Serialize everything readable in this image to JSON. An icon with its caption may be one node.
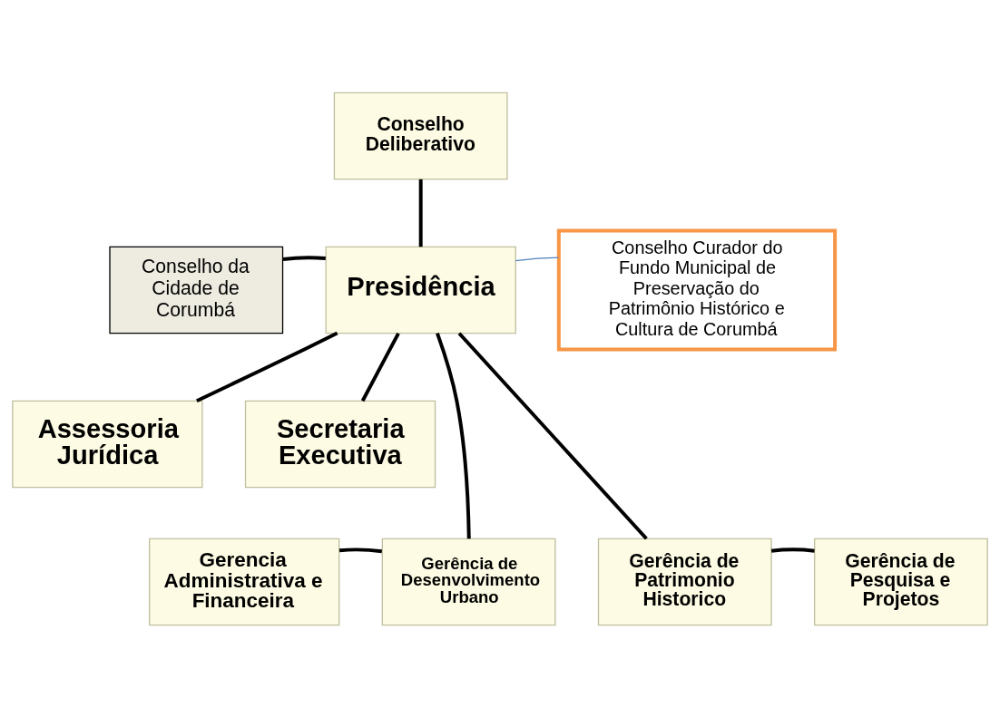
{
  "diagram": {
    "nodes": [
      {
        "text": [
          "Conselho Deliberativo"
        ]
      },
      {
        "text": [
          "Presidência"
        ]
      },
      {
        "text": [
          "Conselho da Cidade de Corumbá"
        ]
      },
      {
        "text": [
          "Conselho Curador do Fundo Municipal de Preservação do Patrimônio Histórico e Cultura de Corumbá"
        ]
      },
      {
        "text": [
          "Assessoria Jurídica"
        ]
      },
      {
        "text": [
          "Secretaria Executiva"
        ]
      },
      {
        "text": [
          "Gerencia Administrativa e Financeira"
        ]
      },
      {
        "text": [
          "Gerência de Desenvolvimento Urbano"
        ]
      },
      {
        "text": [
          "Gerência de Patrimonio Historico"
        ]
      },
      {
        "text": [
          "Gerência de Pesquisa e Projetos"
        ]
      }
    ],
    "edges": [
      {
        "from": 0,
        "to": 1,
        "arrow": "none"
      },
      {
        "from": 2,
        "to": 1,
        "arrow": "none"
      },
      {
        "from": 1,
        "to": 3,
        "arrow": "none",
        "color": "#4f81bd"
      },
      {
        "from": 1,
        "to": 4,
        "arrow": "none"
      },
      {
        "from": 1,
        "to": 5,
        "arrow": "none"
      },
      {
        "from": 1,
        "to": 7,
        "arrow": "none"
      },
      {
        "from": 1,
        "to": 8,
        "arrow": "none"
      },
      {
        "from": 7,
        "to": 6,
        "arrow": "none"
      },
      {
        "from": 8,
        "to": 9,
        "arrow": "none"
      }
    ]
  }
}
